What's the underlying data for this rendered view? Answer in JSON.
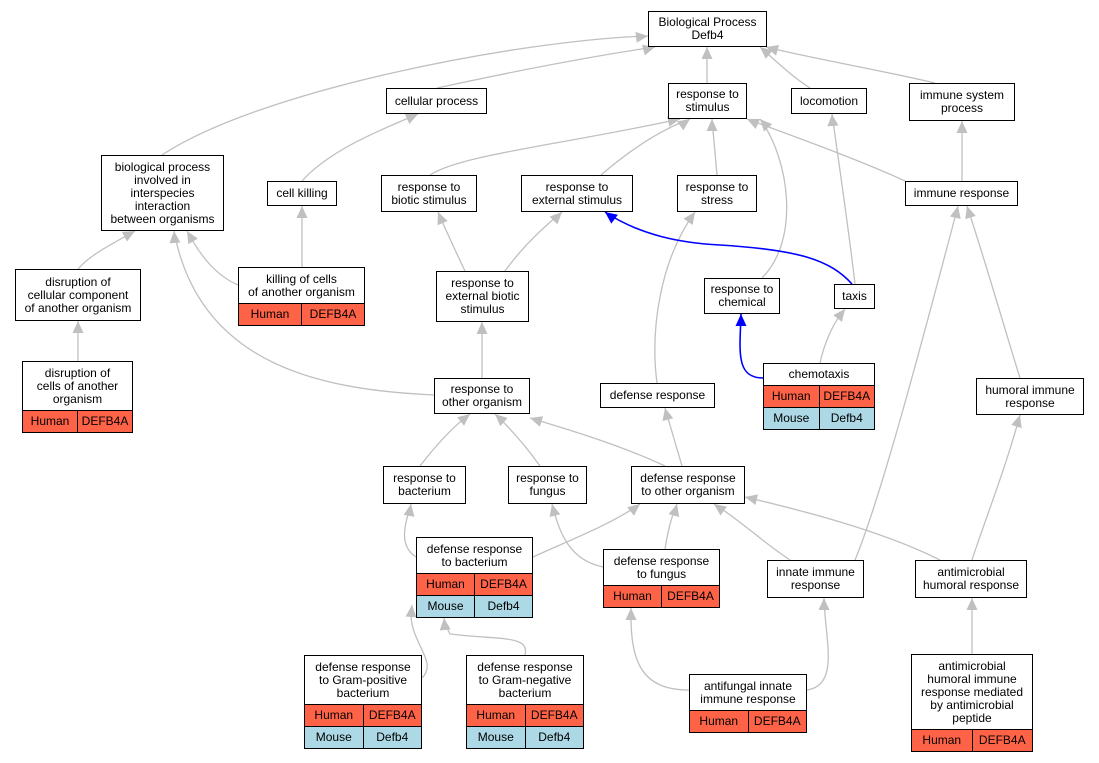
{
  "colors": {
    "edge": "#c0c0c0",
    "highlight_edge": "#0000ff",
    "human": "#ff6347",
    "mouse": "#add8e6"
  },
  "nodes": {
    "bp": "Biological Process\nDefb4",
    "cellular_process": "cellular process",
    "response_stimulus": "response to\nstimulus",
    "locomotion": "locomotion",
    "immune_system": "immune system\nprocess",
    "interspecies": "biological process\ninvolved in\ninterspecies\ninteraction\nbetween organisms",
    "cell_killing": "cell killing",
    "biotic": "response to\nbiotic stimulus",
    "external": "response to\nexternal stimulus",
    "stress": "response to\nstress",
    "immune_response": "immune response",
    "disruption_comp": "disruption of\ncellular component\nof another organism",
    "killing": "killing of cells\nof another organism",
    "ext_biotic": "response to\nexternal biotic\nstimulus",
    "chemical": "response to\nchemical",
    "taxis": "taxis",
    "disruption_cells": "disruption of\ncells of another\norganism",
    "chemotaxis": "chemotaxis",
    "other_org": "response to\nother organism",
    "defense": "defense response",
    "humoral": "humoral immune\nresponse",
    "bacterium": "response to\nbacterium",
    "fungus": "response to\nfungus",
    "def_other": "defense response\nto other organism",
    "def_bacterium": "defense response\nto bacterium",
    "def_fungus": "defense response\nto fungus",
    "innate": "innate immune\nresponse",
    "antimicrobial": "antimicrobial\nhumoral response",
    "gram_pos": "defense response\nto Gram-positive\nbacterium",
    "gram_neg": "defense response\nto Gram-negative\nbacterium",
    "antifungal": "antifungal innate\nimmune response",
    "amp": "antimicrobial\nhumoral immune\nresponse mediated\nby antimicrobial\npeptide"
  },
  "annotations": {
    "human": {
      "species": "Human",
      "gene": "DEFB4A"
    },
    "mouse": {
      "species": "Mouse",
      "gene": "Defb4"
    }
  }
}
